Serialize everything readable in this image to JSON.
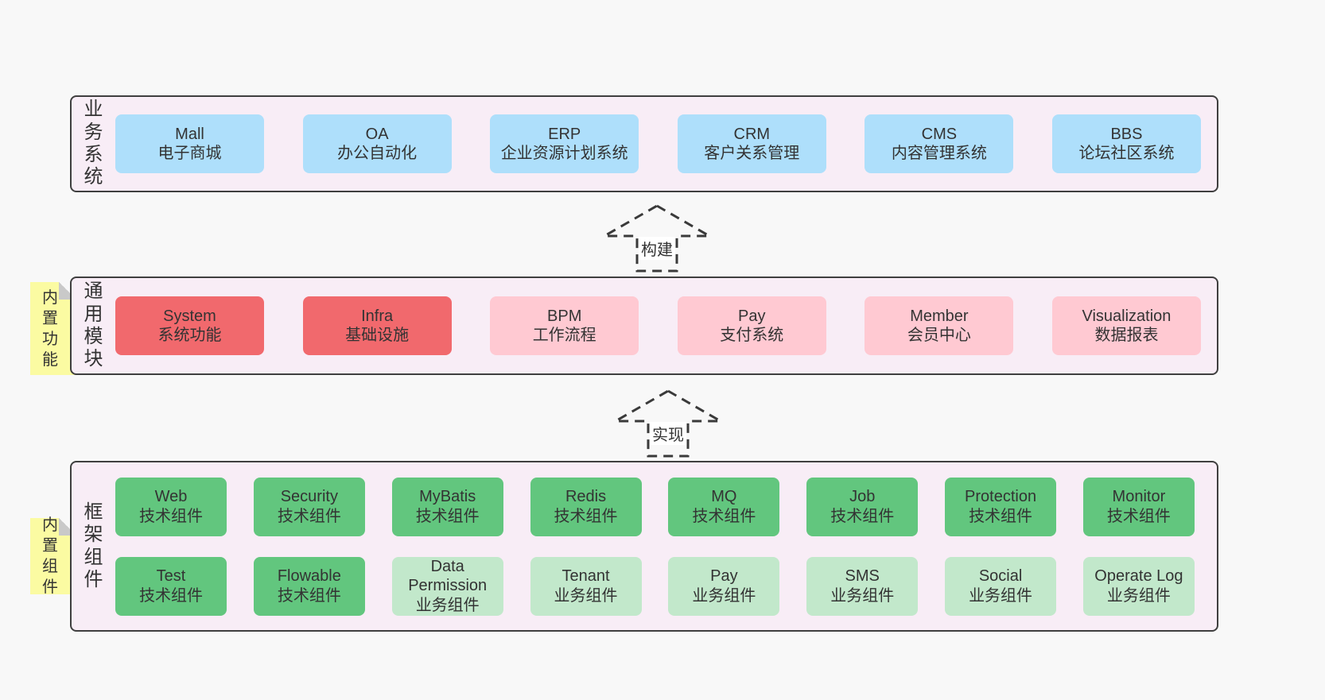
{
  "colors": {
    "page_bg": "#f8f8f8",
    "layer_bg": "#f8edf6",
    "layer_border": "#3f3f3f",
    "blue": "#aedffb",
    "red": "#f1696d",
    "pink": "#ffc9d2",
    "green": "#62c67e",
    "light_green": "#c2e8cb",
    "note_yellow": "#fbfba2",
    "note_fold_gray": "#c9c9c9",
    "text": "#333333"
  },
  "arrows": [
    {
      "label": "构建"
    },
    {
      "label": "实现"
    }
  ],
  "layers": [
    {
      "label": "业务系统",
      "boxes": [
        {
          "title": "Mall",
          "subtitle": "电子商城"
        },
        {
          "title": "OA",
          "subtitle": "办公自动化"
        },
        {
          "title": "ERP",
          "subtitle": "企业资源计划系统"
        },
        {
          "title": "CRM",
          "subtitle": "客户关系管理"
        },
        {
          "title": "CMS",
          "subtitle": "内容管理系统"
        },
        {
          "title": "BBS",
          "subtitle": "论坛社区系统"
        }
      ]
    },
    {
      "label": "通用模块",
      "note": "内置功能",
      "boxes": [
        {
          "title": "System",
          "subtitle": "系统功能"
        },
        {
          "title": "Infra",
          "subtitle": "基础设施"
        },
        {
          "title": "BPM",
          "subtitle": "工作流程"
        },
        {
          "title": "Pay",
          "subtitle": "支付系统"
        },
        {
          "title": "Member",
          "subtitle": "会员中心"
        },
        {
          "title": "Visualization",
          "subtitle": "数据报表"
        }
      ]
    },
    {
      "label": "框架组件",
      "note": "内置组件",
      "rows": [
        [
          {
            "title": "Web",
            "subtitle": "技术组件"
          },
          {
            "title": "Security",
            "subtitle": "技术组件"
          },
          {
            "title": "MyBatis",
            "subtitle": "技术组件"
          },
          {
            "title": "Redis",
            "subtitle": "技术组件"
          },
          {
            "title": "MQ",
            "subtitle": "技术组件"
          },
          {
            "title": "Job",
            "subtitle": "技术组件"
          },
          {
            "title": "Protection",
            "subtitle": "技术组件"
          },
          {
            "title": "Monitor",
            "subtitle": "技术组件"
          }
        ],
        [
          {
            "title": "Test",
            "subtitle": "技术组件"
          },
          {
            "title": "Flowable",
            "subtitle": "技术组件"
          },
          {
            "title": "Data Permission",
            "subtitle": "业务组件"
          },
          {
            "title": "Tenant",
            "subtitle": "业务组件"
          },
          {
            "title": "Pay",
            "subtitle": "业务组件"
          },
          {
            "title": "SMS",
            "subtitle": "业务组件"
          },
          {
            "title": "Social",
            "subtitle": "业务组件"
          },
          {
            "title": "Operate Log",
            "subtitle": "业务组件"
          }
        ]
      ]
    }
  ]
}
